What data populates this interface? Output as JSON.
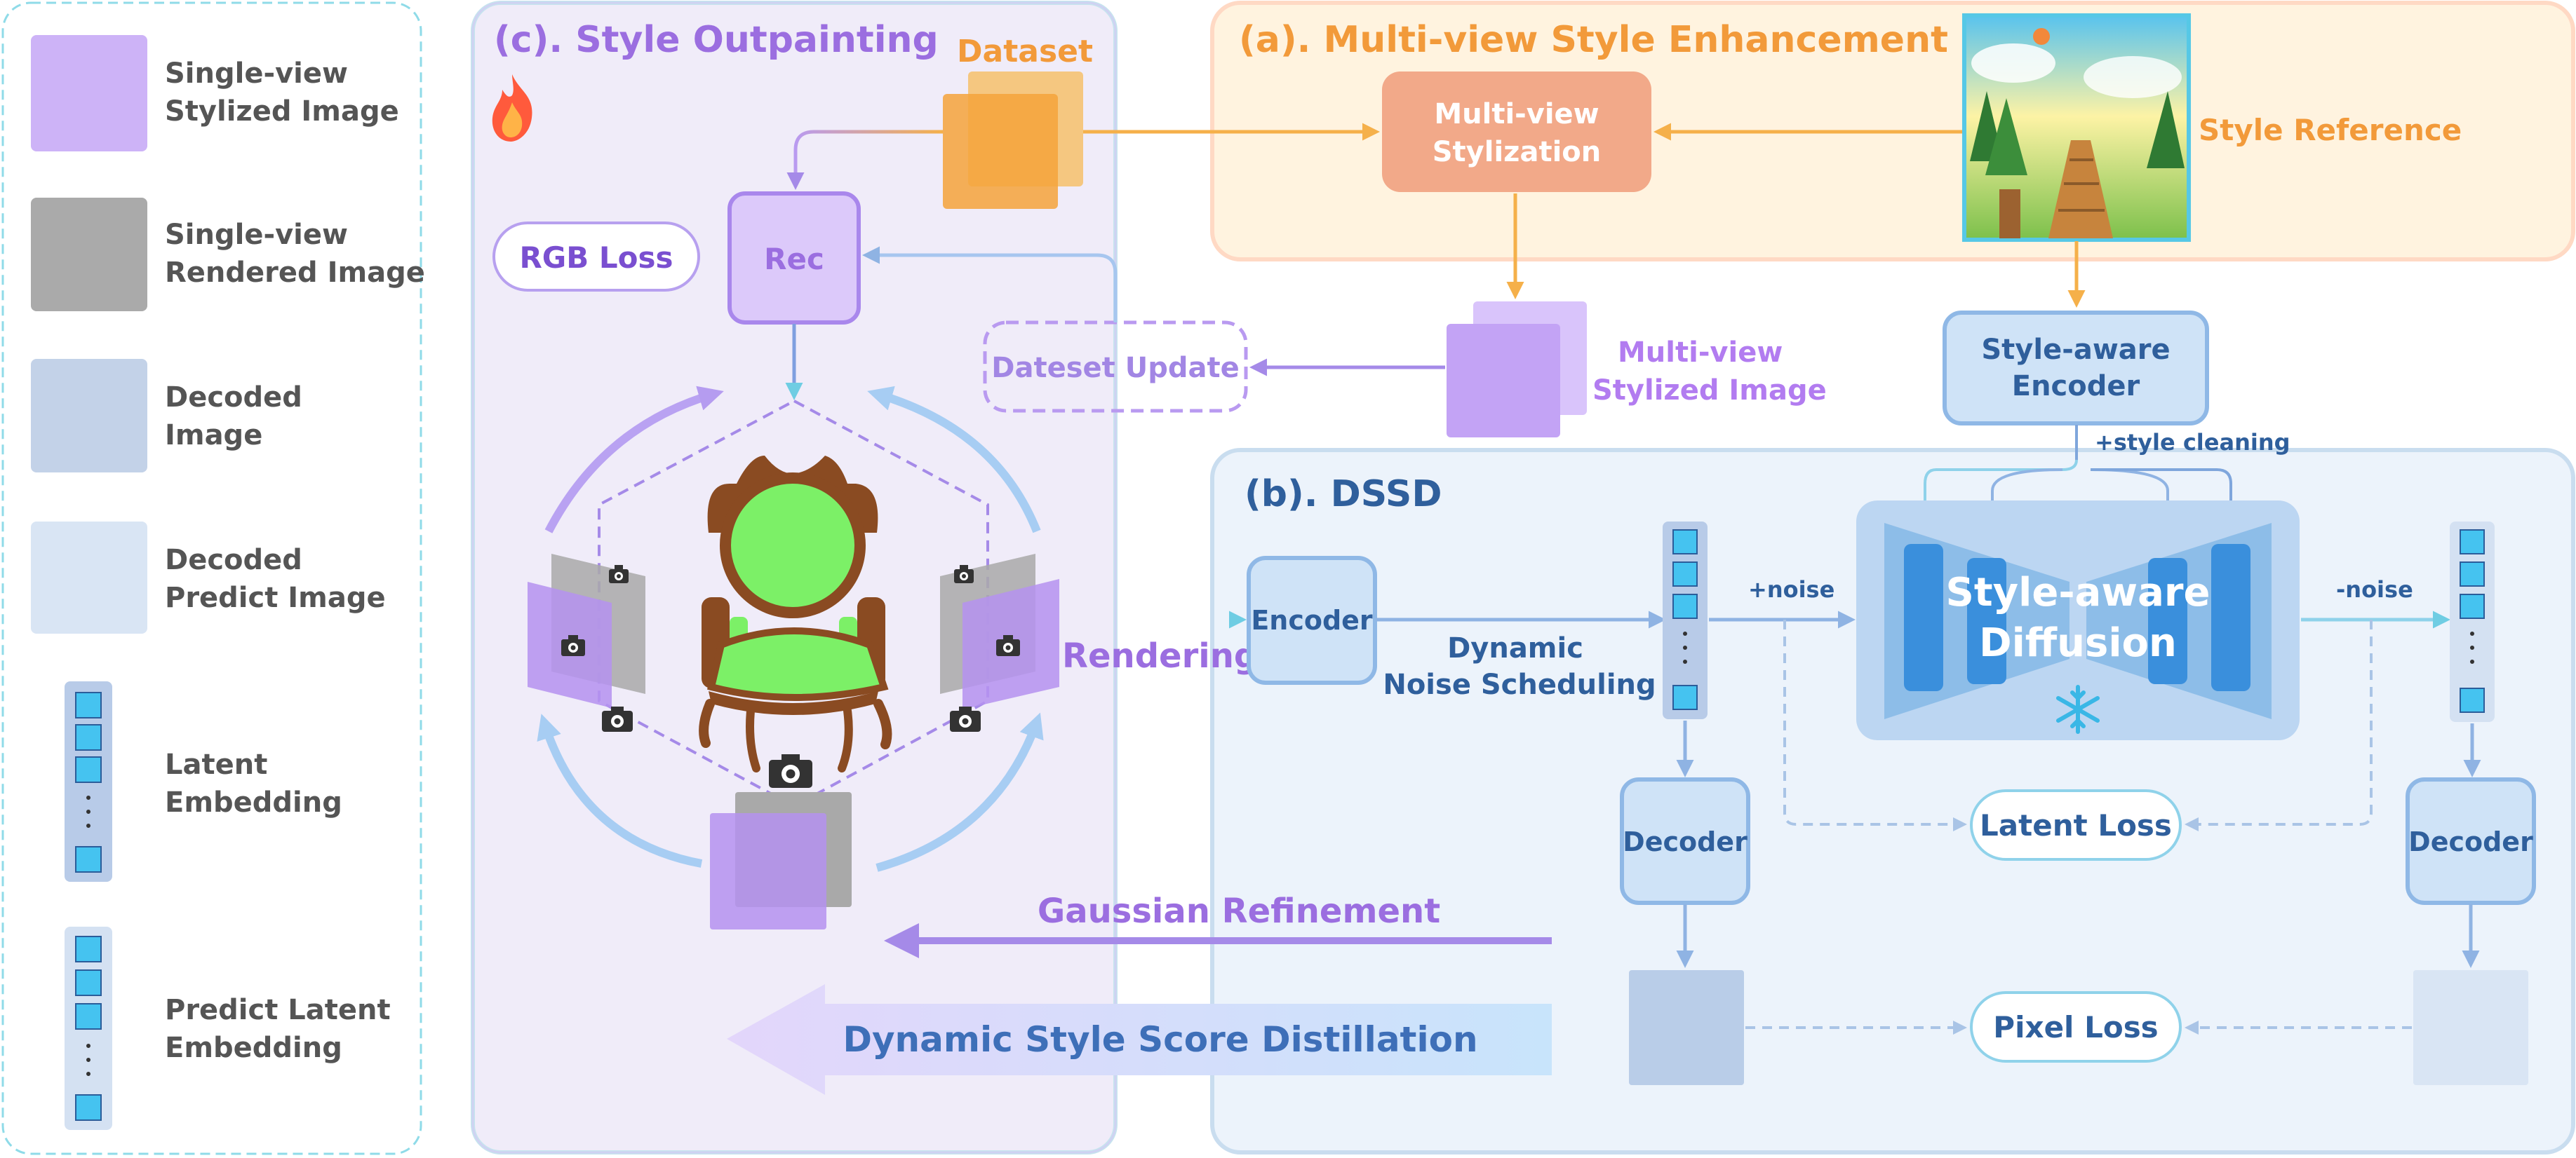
{
  "legend": {
    "items": [
      {
        "label_line1": "Single-view",
        "label_line2": "Stylized Image"
      },
      {
        "label_line1": "Single-view",
        "label_line2": "Rendered Image"
      },
      {
        "label_line1": "Decoded",
        "label_line2": "Image"
      },
      {
        "label_line1": "Decoded",
        "label_line2": "Predict Image"
      },
      {
        "label_line1": "Latent",
        "label_line2": "Embedding"
      },
      {
        "label_line1": "Predict Latent",
        "label_line2": "Embedding"
      }
    ]
  },
  "panel_c": {
    "title": "(c). Style Outpainting",
    "dataset_label": "Dataset",
    "rgb_loss": "RGB Loss",
    "rec": "Rec",
    "dataset_update": "Dateset Update",
    "rendering": "Rendering",
    "fire_icon": "fire-icon"
  },
  "panel_a": {
    "title": "(a). Multi-view Style Enhancement",
    "stylization_line1": "Multi-view",
    "stylization_line2": "Stylization",
    "style_reference": "Style Reference",
    "stylized_line1": "Multi-view",
    "stylized_line2": "Stylized Image",
    "encoder_line1": "Style-aware",
    "encoder_line2": "Encoder",
    "style_cleaning": "+style cleaning"
  },
  "panel_b": {
    "title": "(b). DSSD",
    "encoder": "Encoder",
    "noise_sched_line1": "Dynamic",
    "noise_sched_line2": "Noise Scheduling",
    "plus_noise": "+noise",
    "minus_noise": "-noise",
    "diffusion_line1": "Style-aware",
    "diffusion_line2": "Diffusion",
    "snowflake_icon": "snowflake-icon",
    "decoder_left": "Decoder",
    "decoder_right": "Decoder",
    "latent_loss": "Latent Loss",
    "pixel_loss": "Pixel Loss"
  },
  "bottom": {
    "gaussian_refinement": "Gaussian Refinement",
    "dssd_arrow": "Dynamic Style Score Distillation"
  },
  "colors": {
    "orange": "#f5a33b",
    "orange_text": "#f29a3a",
    "purple": "#9b6ee0",
    "purple_light": "#c9aef5",
    "blue": "#8fb8e6",
    "blue_text": "#2f5f9c",
    "cyan": "#7fd6e6",
    "latent_cell": "#45c3f0",
    "gray": "#a9a9a9"
  }
}
